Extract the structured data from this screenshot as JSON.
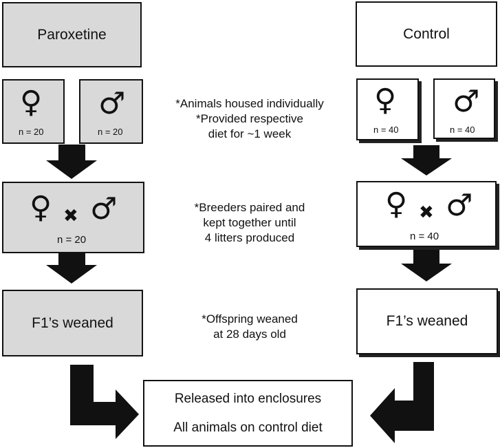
{
  "groups": {
    "paroxetine": {
      "title": "Paroxetine",
      "female_symbol": "♀",
      "male_symbol": "♂",
      "female_n": "n = 20",
      "male_n": "n = 20",
      "cross_symbol": "✖",
      "pair_n": "n = 20",
      "weaned": "F1’s weaned",
      "fill": "#d9d9d9"
    },
    "control": {
      "title": "Control",
      "female_symbol": "♀",
      "male_symbol": "♂",
      "female_n": "n = 40",
      "male_n": "n = 40",
      "cross_symbol": "✖",
      "pair_n": "n = 40",
      "weaned": "F1’s weaned",
      "fill": "#ffffff"
    }
  },
  "notes": {
    "housing": [
      "*Animals housed individually",
      "*Provided respective",
      "diet for ~1 week"
    ],
    "breeding": [
      "*Breeders paired and",
      "kept together until",
      "4 litters produced"
    ],
    "weaning": [
      "*Offspring weaned",
      "at 28 days old"
    ]
  },
  "final": {
    "line1": "Released into enclosures",
    "line2": "All animals on control diet"
  },
  "arrow_color": "#111111"
}
